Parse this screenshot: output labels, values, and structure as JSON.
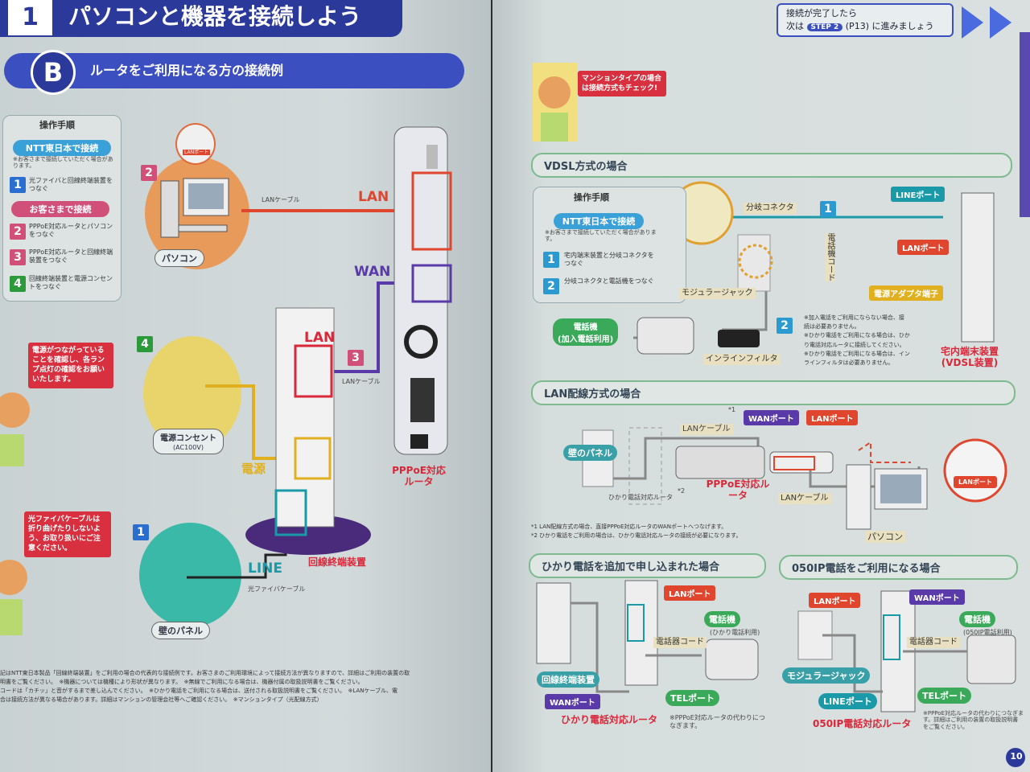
{
  "header": {
    "number": "1",
    "title": "パソコンと機器を接続しよう"
  },
  "section_b": {
    "letter": "B",
    "title": "ルータをご利用になる方の接続例"
  },
  "left_steps": {
    "title": "操作手順",
    "ntt_label": "NTT東日本で接続",
    "ntt_note": "※お客さまで接続していただく場合があります。",
    "step1": "光ファイバと回線終端装置をつなぐ",
    "customer_label": "お客さまで接続",
    "step2": "PPPoE対応ルータとパソコンをつなぐ",
    "step3": "PPPoE対応ルータと回線終端装置をつなぐ",
    "step4": "回線終端装置と電源コンセントをつなぐ"
  },
  "left_diagram": {
    "lan_port": "LANポート",
    "pc": "パソコン",
    "lan_cable_1": "LANケーブル",
    "lan_label": "LAN",
    "wan_label": "WAN",
    "onu_lan_label": "LAN",
    "lan_cable_2": "LANケーブル",
    "outlet": "電源コンセント",
    "outlet_sub": "(AC100V)",
    "power": "電源",
    "line_label": "LINE",
    "fiber_cable": "光ファイバケーブル",
    "wall_panel": "壁のパネル",
    "onu_name": "回線終端装置",
    "router_name": "PPPoE対応ルータ",
    "n1": "1",
    "n2": "2",
    "n3": "3",
    "n4": "4",
    "power_bubble": "電源がつながっていることを確認し、各ランプ点灯の確認をお願いいたします。",
    "fiber_bubble": "光ファイバケーブルは折り曲げたりしないよう、お取り扱いにご注意ください。"
  },
  "left_footnotes": [
    "記はNTT東日本製品「回線終端装置」をご利用の場合の代表的な接続例です。お客さまのご利用環境によって接続方法が異なりますので、詳細はご利用の装置の取",
    "明書をご覧ください。　※機器については機種により形状が異なります。　※無線でご利用になる場合は、機器付属の取扱説明書をご覧ください。",
    "コードは「カチッ」と音がするまで差し込んでください。　※ひかり電話をご利用になる場合は、送付される取扱説明書をご覧ください。　※LANケーブル、電",
    "合は接続方法が異なる場合があります。詳細はマンションの管理会社等へご確認ください。　※マンションタイプ（光配線方式）"
  ],
  "next_step": {
    "line1": "接続が完了したら",
    "prefix": "次は",
    "step": "STEP 2",
    "suffix": "(P13) に進みましょう"
  },
  "mansion_bubble": "マンションタイプの場合は接続方式もチェック!",
  "vdsl": {
    "title": "VDSL方式の場合",
    "steps_title": "操作手順",
    "ntt_label": "NTT東日本で接続",
    "ntt_note": "※お客さまで接続していただく場合があります。",
    "step1": "宅内端末装置と分岐コネクタをつなぐ",
    "step2": "分岐コネクタと電話機をつなぐ",
    "splitter": "分岐コネクタ",
    "modular_jack": "モジュラージャック",
    "phone_cord": "電話機コード",
    "n1": "1",
    "n2": "2",
    "line_port": "LINEポート",
    "lan_port": "LANポート",
    "adapter_port": "電源アダプタ端子",
    "inline_filter": "インラインフィルタ",
    "phone": "電話機",
    "phone_sub": "(加入電話利用)",
    "notes": [
      "※加入電話をご利用にならない場合、接",
      "続は必要ありません。",
      "※ひかり電話をご利用になる場合は、ひか",
      "り電話対応ルータに接続してください。",
      "※ひかり電話をご利用になる場合は、イン",
      "ラインフィルタは必要ありません。"
    ],
    "device": "宅内端末装置",
    "device_sub": "(VDSL装置)"
  },
  "lan_wiring": {
    "title": "LAN配線方式の場合",
    "lan_cable_1": "LANケーブル",
    "mark1": "*1",
    "wan_port": "WANポート",
    "lan_port": "LANポート",
    "wall_panel": "壁のパネル",
    "hikari_router": "ひかり電話対応ルータ",
    "mark2": "*2",
    "router": "PPPoE対応ルータ",
    "lan_cable_2": "LANケーブル",
    "lan_port_circle": "LANポート",
    "pc": "パソコン",
    "footnotes": [
      "*1  LAN配線方式の場合、直接PPPoE対応ルータのWANポートへつなげます。",
      "*2  ひかり電話をご利用の場合は、ひかり電話対応ルータの接続が必要になります。"
    ]
  },
  "hikari": {
    "title": "ひかり電話を追加で申し込まれた場合",
    "lan_port": "LANポート",
    "phone": "電話機",
    "phone_sub": "(ひかり電話利用)",
    "phone_cord": "電話器コード",
    "onu": "回線終端装置",
    "wan_port": "WANポート",
    "tel_port": "TELポート",
    "router": "ひかり電話対応ルータ",
    "note": "※PPPoE対応ルータの代わりにつなぎます。"
  },
  "ip050": {
    "title": "050IP電話をご利用になる場合",
    "lan_port": "LANポート",
    "wan_port": "WANポート",
    "phone": "電話機",
    "phone_sub": "(050IP電話利用)",
    "phone_cord": "電話器コード",
    "modular_jack": "モジュラージャック",
    "line_port": "LINEポート",
    "tel_port": "TELポート",
    "router": "050IP電話対応ルータ",
    "note": "※PPPoE対応ルータの代わりにつなぎます。詳細はご利用の装置の取扱説明書をご覧ください。"
  },
  "page_number": "10",
  "colors": {
    "banner": "#2b3a9a",
    "red": "#d8283a",
    "lan": "#e0452e",
    "wan": "#5a3aa8",
    "line": "#1a9aa8",
    "power": "#e0b020"
  }
}
